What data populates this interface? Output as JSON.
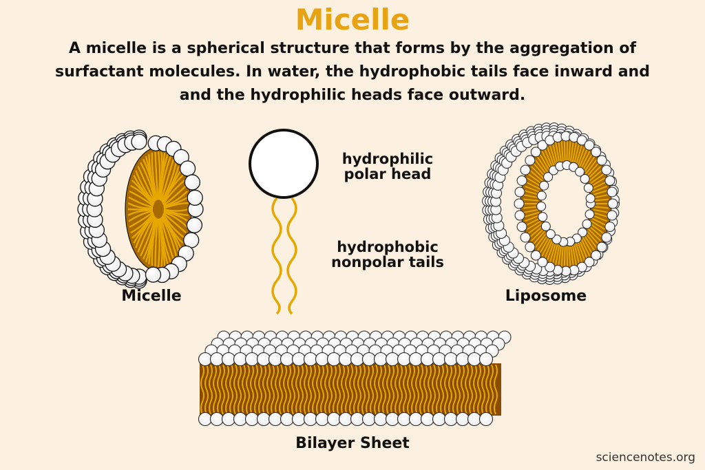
{
  "title": "Micelle",
  "description": [
    "A micelle is a spherical structure that forms by the aggregation of",
    "surfactant molecules. In water, the hydrophobic tails face inward and",
    "and the hydrophilic heads face outward."
  ],
  "labels": {
    "micelle": "Micelle",
    "liposome": "Liposome",
    "bilayer": "Bilayer Sheet",
    "head": [
      "hydrophilic",
      "polar head"
    ],
    "tails": [
      "hydrophobic",
      "nonpolar tails"
    ]
  },
  "credit": "sciencenotes.org",
  "colors": {
    "background": "#fcf0e1",
    "accent": "#e8a312",
    "tail": "#e6a800",
    "head_fill": "#ffffff"
  }
}
